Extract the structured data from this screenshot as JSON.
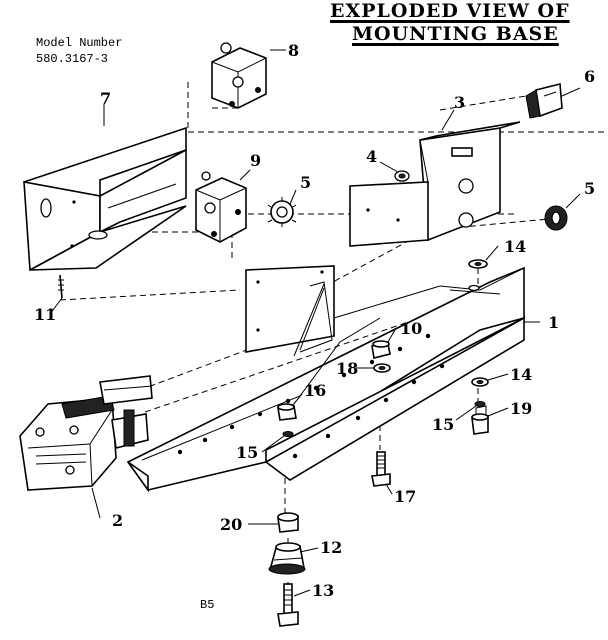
{
  "title": {
    "line1": "EXPLODED VIEW OF",
    "line2": "MOUNTING BASE"
  },
  "model": {
    "label": "Model Number",
    "value": "580.3167-3"
  },
  "page_code": "B5",
  "callouts": [
    "1",
    "2",
    "3",
    "4",
    "5",
    "5",
    "6",
    "7",
    "8",
    "9",
    "10",
    "11",
    "12",
    "13",
    "14",
    "14",
    "15",
    "15",
    "16",
    "17",
    "18",
    "19",
    "20"
  ]
}
